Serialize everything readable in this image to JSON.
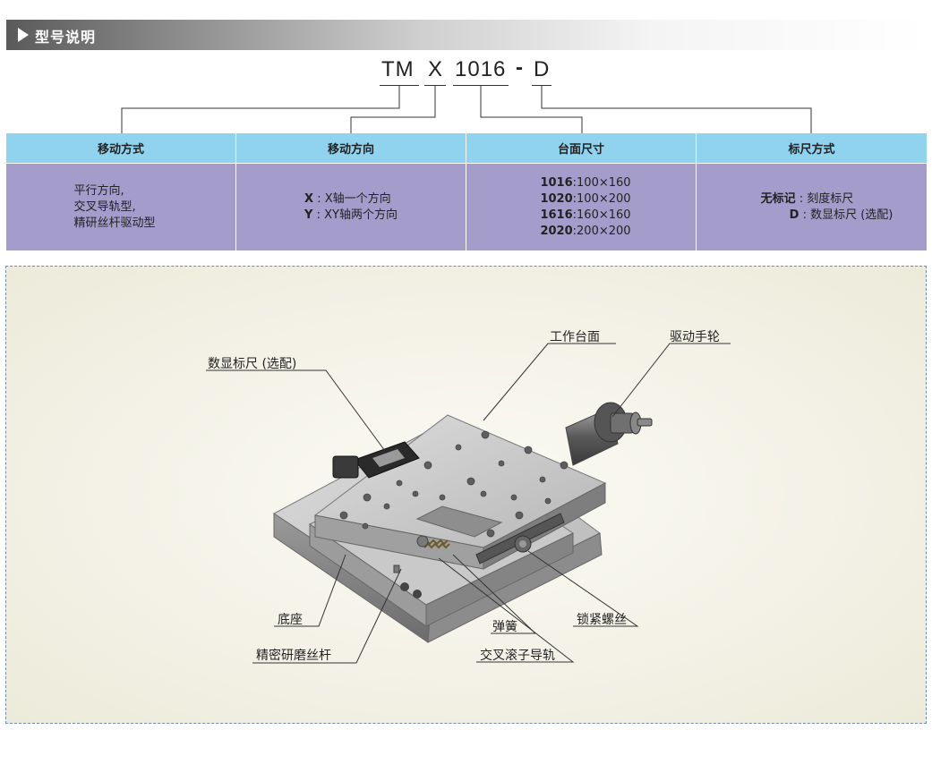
{
  "header": {
    "title": "型号说明"
  },
  "model_code": {
    "part1": "TM",
    "part2": "X",
    "part3": "1016",
    "dash": "-",
    "part4": "D"
  },
  "table": {
    "columns": [
      {
        "header": "移动方式",
        "lines": [
          "平行方向,",
          "交叉导轨型,",
          "精研丝杆驱动型"
        ]
      },
      {
        "header": "移动方向",
        "lines": [
          {
            "key": "X",
            "value": ": X轴一个方向"
          },
          {
            "key": "Y",
            "value": ": XY轴两个方向"
          }
        ]
      },
      {
        "header": "台面尺寸",
        "lines": [
          {
            "key": "1016",
            "value": ":100×160"
          },
          {
            "key": "1020",
            "value": ":100×200"
          },
          {
            "key": "1616",
            "value": ":160×160"
          },
          {
            "key": "2020",
            "value": ":200×200"
          }
        ]
      },
      {
        "header": "标尺方式",
        "lines": [
          {
            "key": "无标记",
            "value": ": 刻度标尺"
          },
          {
            "key": "D",
            "value": ": 数显标尺 (选配)"
          }
        ]
      }
    ]
  },
  "diagram": {
    "labels": {
      "digital_scale": "数显标尺 (选配)",
      "worktable": "工作台面",
      "drive_handwheel": "驱动手轮",
      "base": "底座",
      "precision_screw": "精密研磨丝杆",
      "spring": "弹簧",
      "cross_roller_guide": "交叉滚子导轨",
      "lock_screw": "锁紧螺丝"
    }
  }
}
